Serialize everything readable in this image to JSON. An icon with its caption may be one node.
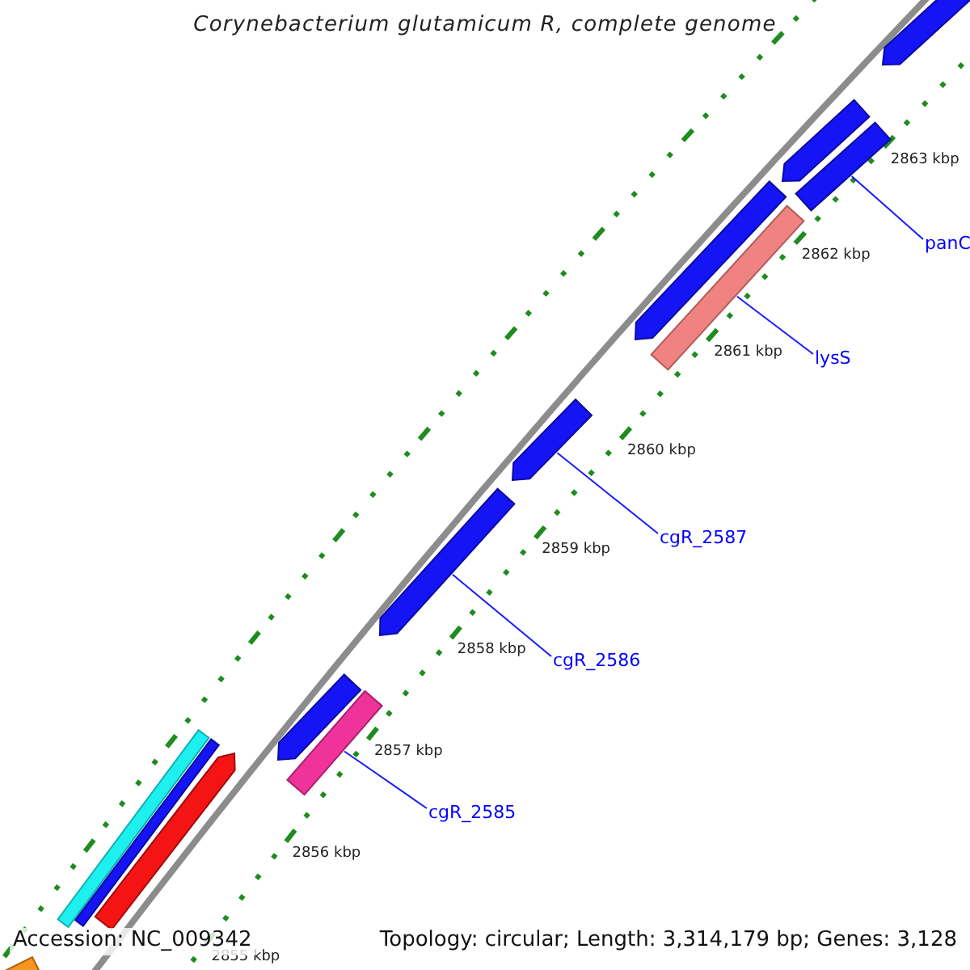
{
  "diagram": {
    "title": "Corynebacterium glutamicum R, complete genome",
    "nodes": [
      {
        "text": [],
        "shape": "arrow"
      },
      {
        "text": [],
        "shape": "arrow"
      },
      {
        "text": [],
        "shape": "bar"
      },
      {
        "text": [
          "panC"
        ]
      },
      {
        "text": [],
        "shape": "arrow"
      },
      {
        "text": [],
        "shape": "bar"
      },
      {
        "text": [
          "lysS"
        ]
      },
      {
        "text": [],
        "shape": "arrow"
      },
      {
        "text": [
          "cgR_2587"
        ]
      },
      {
        "text": [],
        "shape": "arrow"
      },
      {
        "text": [
          "cgR_2586"
        ]
      },
      {
        "text": [],
        "shape": "arrow"
      },
      {
        "text": [],
        "shape": "bar"
      },
      {
        "text": [
          "cgR_2585"
        ]
      },
      {
        "text": [],
        "shape": "bar"
      },
      {
        "text": [],
        "shape": "bar"
      },
      {
        "text": [],
        "shape": "arrow"
      },
      {
        "text": [],
        "shape": "bar"
      }
    ],
    "edges": [
      {
        "from": 3,
        "to": 2,
        "arrow": "none"
      },
      {
        "from": 6,
        "to": 5,
        "arrow": "none"
      },
      {
        "from": 8,
        "to": 7,
        "arrow": "none"
      },
      {
        "from": 10,
        "to": 9,
        "arrow": "none"
      },
      {
        "from": 13,
        "to": 12,
        "arrow": "none"
      }
    ],
    "labels": [
      "2863 kbp",
      "2862 kbp",
      "2861 kbp",
      "2860 kbp",
      "2859 kbp",
      "2858 kbp",
      "2857 kbp",
      "2856 kbp",
      "2855 kbp",
      "Accession: NC_009342",
      "Topology: circular; Length: 3,314,179 bp; Genes: 3,128"
    ]
  }
}
